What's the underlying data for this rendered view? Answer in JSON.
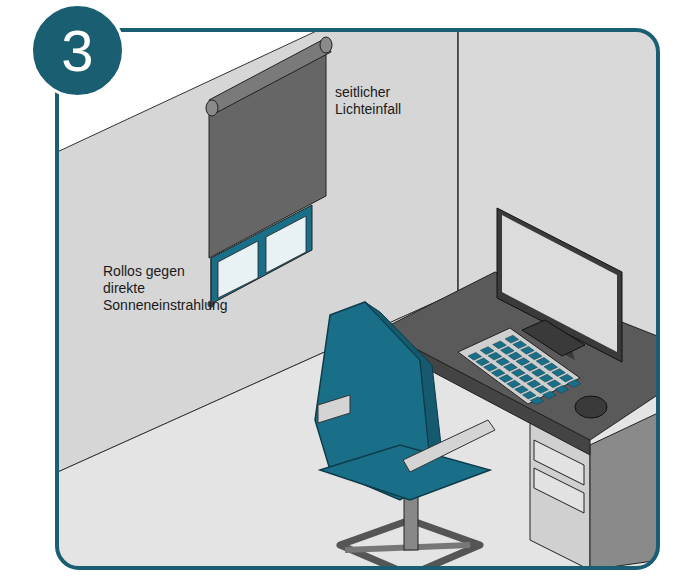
{
  "diagram": {
    "nodes": [
      {
        "text": [
          "3"
        ]
      }
    ],
    "labels": [
      "seitlicher Lichteinfall",
      "Rollos gegen direkte Sonneneinstrahlung"
    ]
  }
}
